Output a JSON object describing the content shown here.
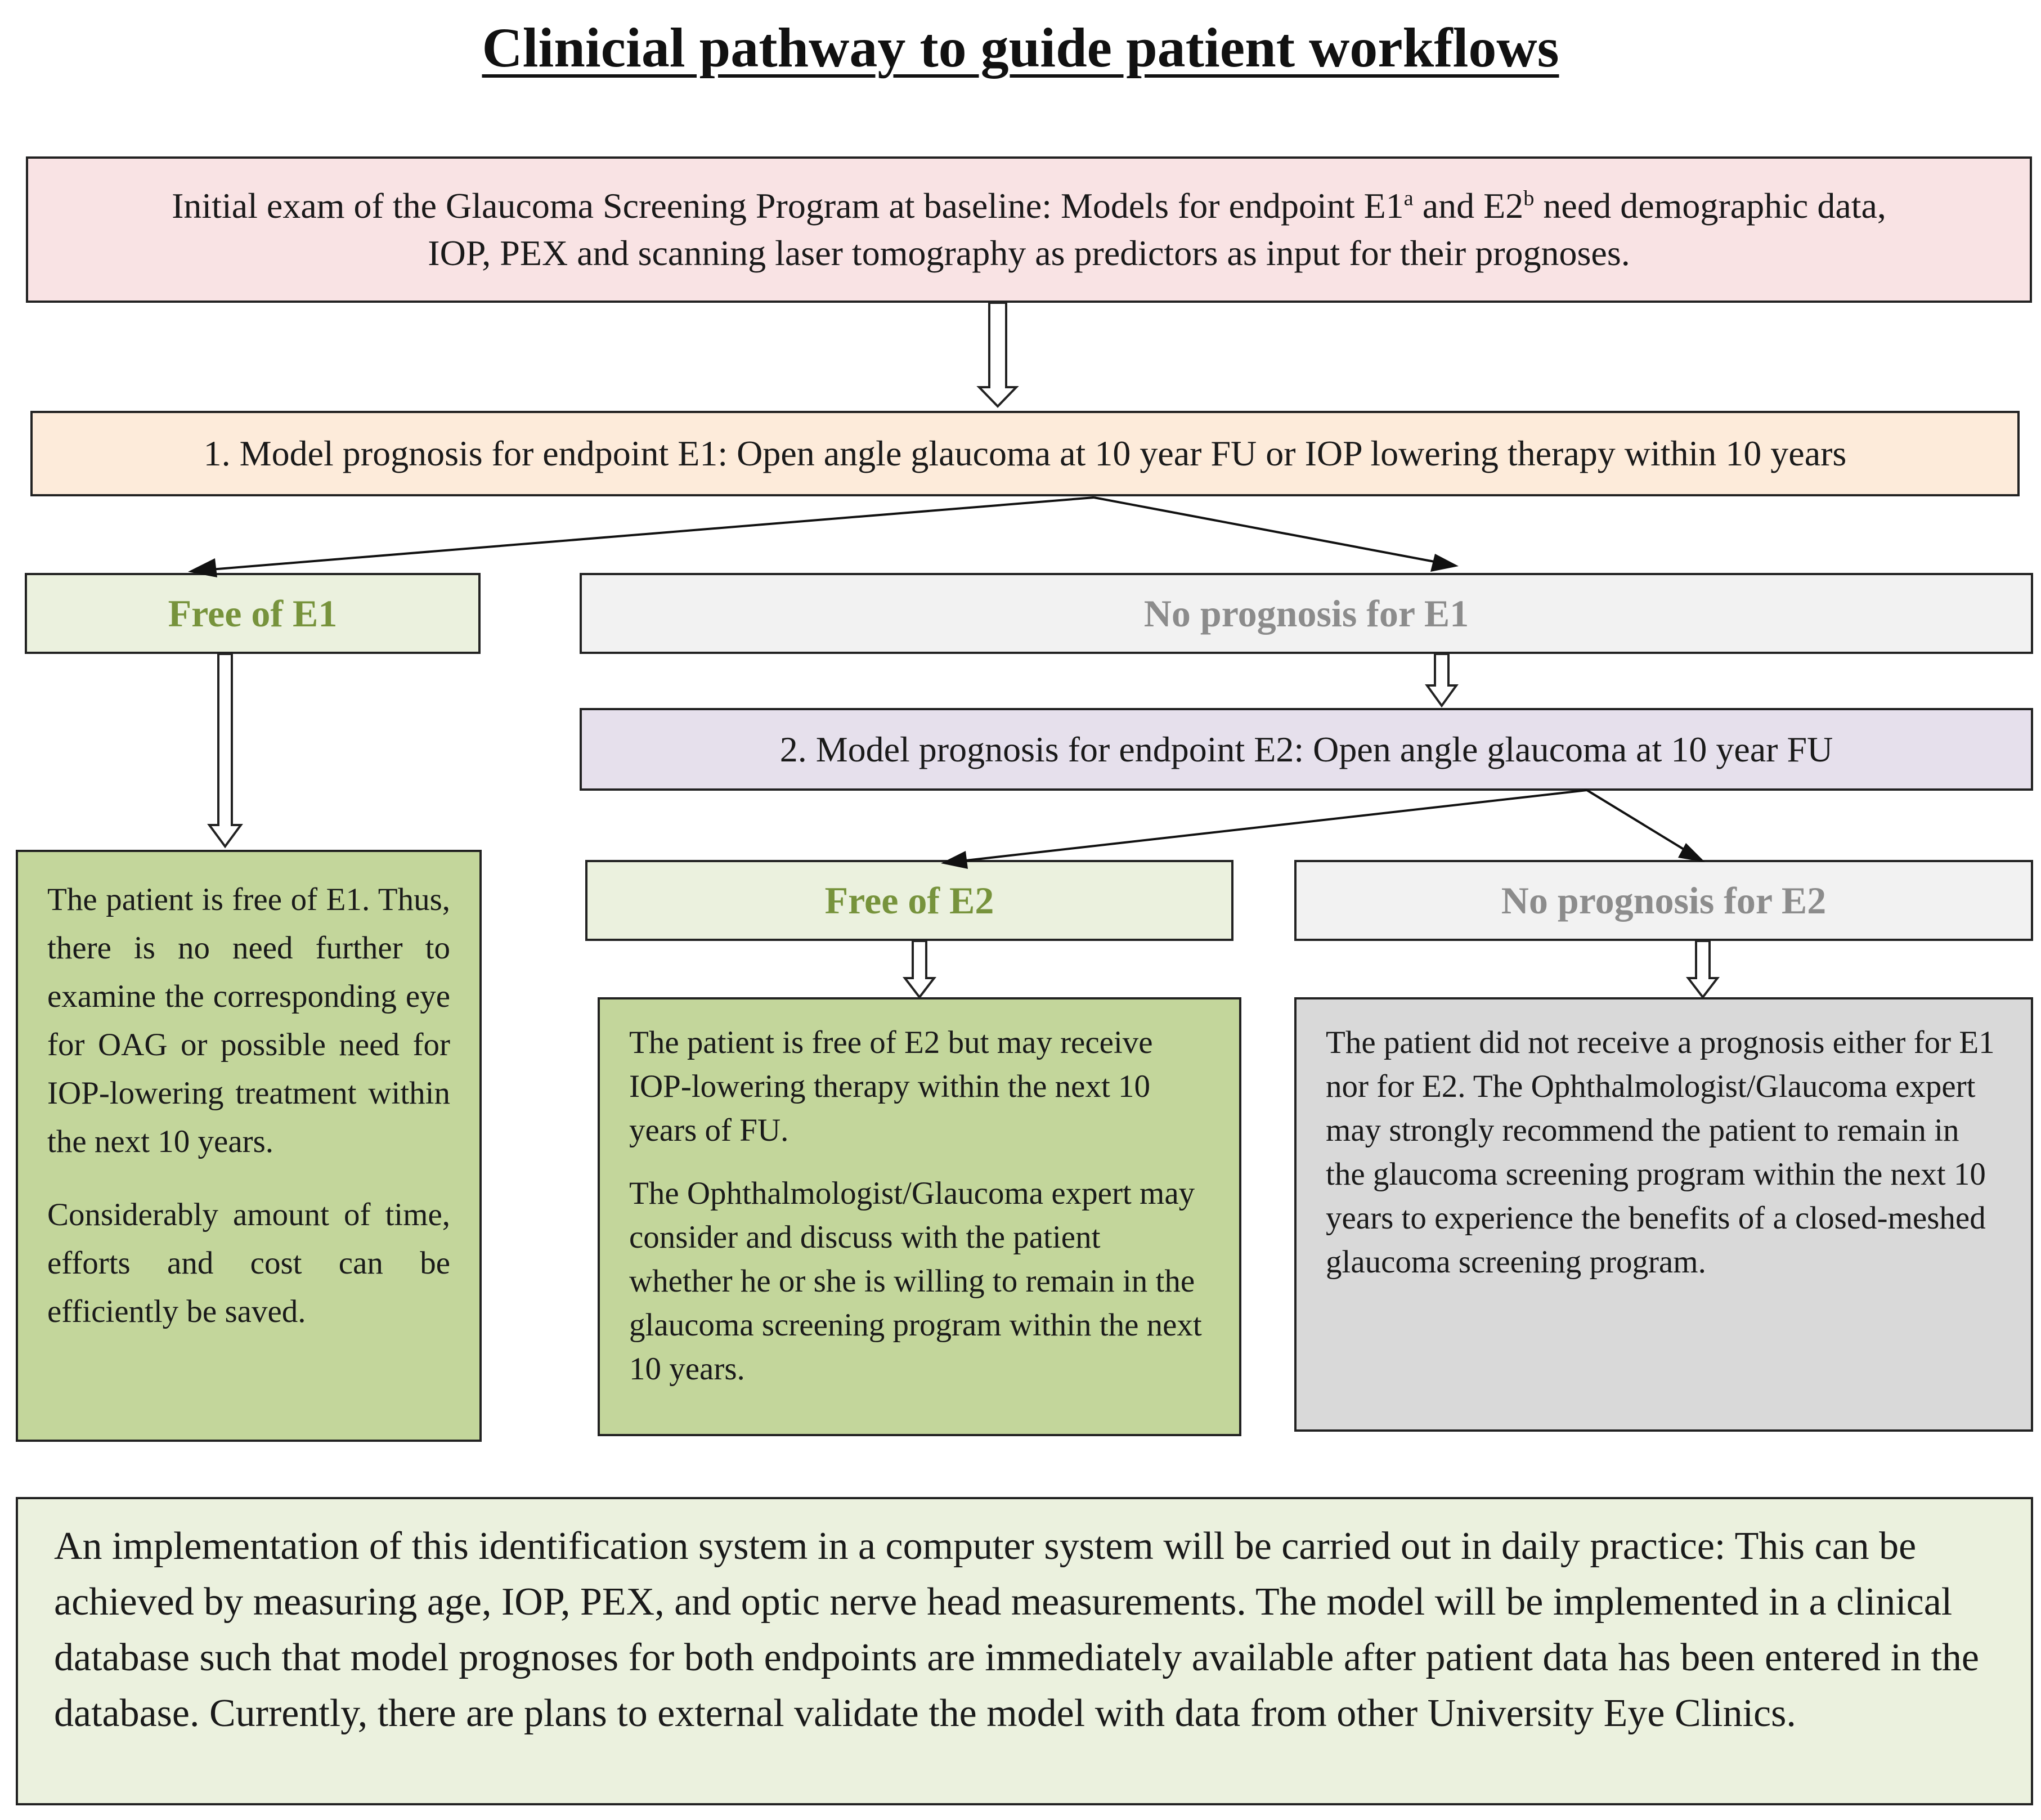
{
  "title": "Clinicial pathway to guide patient workflows",
  "initial_exam": {
    "text_before_e1": "Initial exam of the Glaucoma Screening Program at baseline: Models for endpoint E1",
    "sup_a": "a",
    "text_between": " and E2",
    "sup_b": "b",
    "text_after": " need demographic data,",
    "line2": "IOP, PEX and scanning laser tomography as predictors as input for their prognoses."
  },
  "model_e1": "1. Model prognosis for endpoint E1: Open angle glaucoma at 10 year FU or IOP lowering therapy within 10 years",
  "free_e1": {
    "label": "Free of E1",
    "para1": "The patient is free of E1. Thus, there is no need further to examine the corresponding eye for OAG or possible need for IOP-lowering treatment within the next 10 years.",
    "para2": "Considerably amount of time, efforts and cost can be efficiently be saved."
  },
  "no_prognosis_e1": "No prognosis for E1",
  "model_e2": "2. Model prognosis for endpoint E2: Open angle glaucoma at 10 year FU",
  "free_e2": {
    "label": "Free of E2",
    "para1": "The patient is free of E2 but may receive IOP-lowering therapy within the next 10 years of FU.",
    "para2": "The Ophthalmologist/Glaucoma expert may consider and discuss with the patient whether he or she is willing to remain in the glaucoma screening program within the next 10 years."
  },
  "no_prognosis_e2": {
    "label": "No prognosis for E2",
    "para1": "The patient did not receive a prognosis either for E1 nor for E2. The Ophthalmologist/Glaucoma expert may strongly recommend the patient to remain in the glaucoma screening program within the next 10 years to experience the benefits of a closed-meshed glaucoma screening program."
  },
  "implementation": "An implementation of this identification system in a computer system will be carried out in daily practice: This can be achieved by measuring age, IOP, PEX, and optic nerve head measurements. The model will be implemented in a clinical database such that model prognoses for both endpoints are immediately available after patient data has been entered in the database. Currently, there are plans to external validate the model with data from other University Eye Clinics.",
  "colors": {
    "pink": "#f9e3e4",
    "peach": "#fdebda",
    "light_green": "#ebf1de",
    "light_gray": "#f2f2f2",
    "lavender": "#e6e0ec",
    "green": "#c3d69b",
    "gray": "#d9d9d9",
    "green_text": "#77933c",
    "gray_text": "#8c8c8c"
  }
}
